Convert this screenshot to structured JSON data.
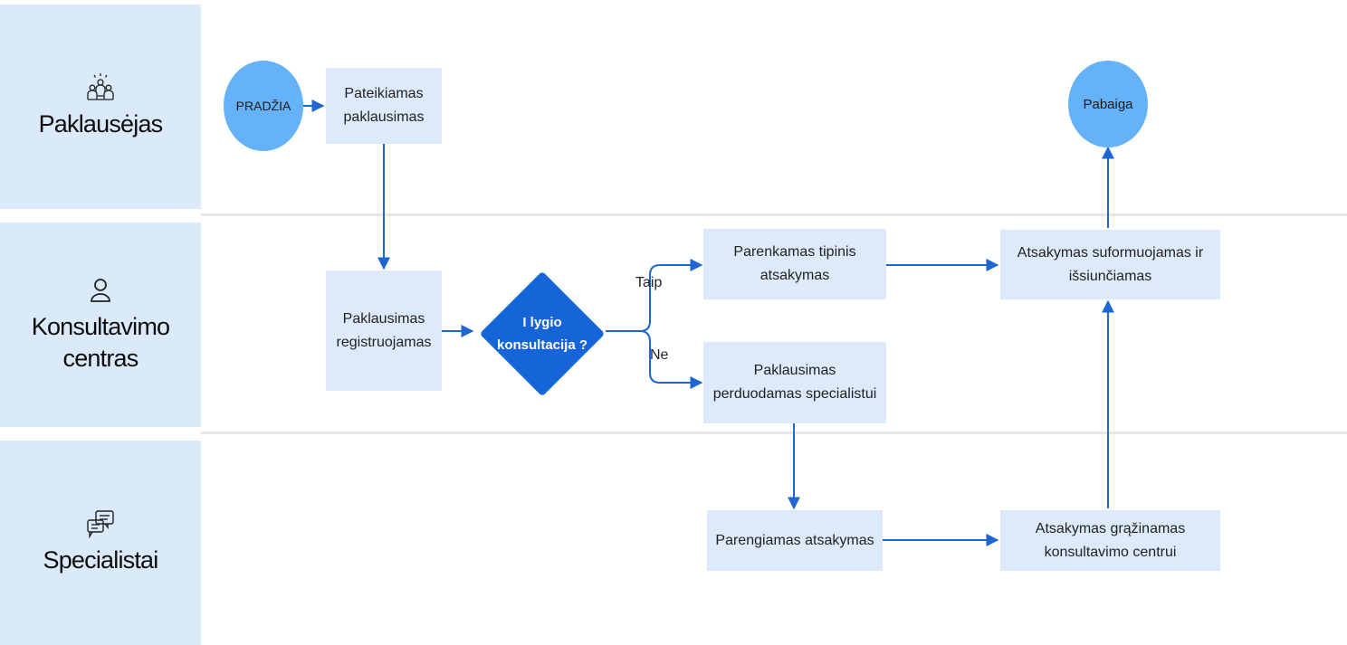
{
  "lanes": [
    {
      "title": "Paklausėjas",
      "icon": "people-icon"
    },
    {
      "title": "Konsultavimo centras",
      "icon": "person-icon"
    },
    {
      "title": "Specialistai",
      "icon": "chat-bubbles-icon"
    }
  ],
  "nodes": {
    "start": "PRADŽIA",
    "submit": "Pateikiamas paklausimas",
    "register": "Paklausimas registruojamas",
    "decision": "I lygio konsultacija ?",
    "typical": "Parenkamas tipinis atsakymas",
    "forward": "Paklausimas perduodamas specialistui",
    "prepare": "Parengiamas atsakymas",
    "return_answer": "Atsakymas grąžinamas konsultavimo centrui",
    "form_send": "Atsakymas suformuojamas ir išsiunčiamas",
    "end": "Pabaiga"
  },
  "edge_labels": {
    "yes": "Taip",
    "no": "Ne"
  },
  "colors": {
    "lane_bg": "#dbeafb",
    "box_bg": "#ddeafb",
    "circle": "#66b2f8",
    "decision": "#1565d8",
    "arrow": "#1e66d0"
  }
}
